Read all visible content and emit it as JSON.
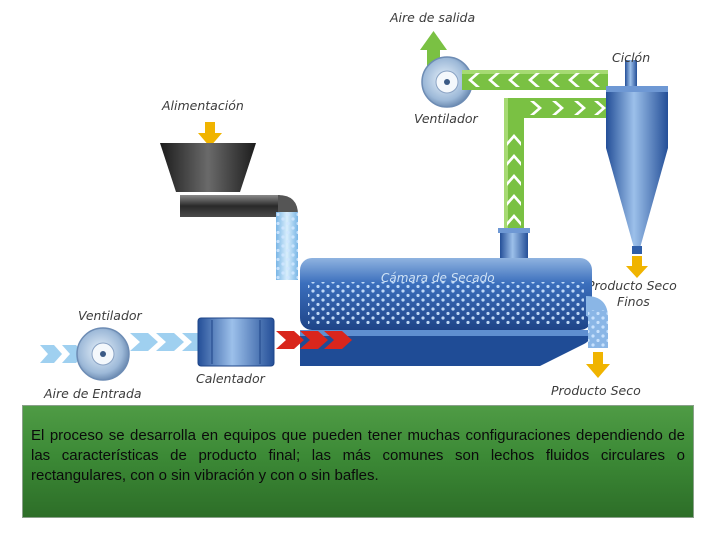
{
  "labels": {
    "exhaust_air": "Aire de salida",
    "cyclone": "Ciclón",
    "exhaust_fan": "Ventilador",
    "feed": "Alimentación",
    "drying_chamber": "Cámara de Secado",
    "fines_line1": "Producto Seco",
    "fines_line2": "Finos",
    "inlet_fan": "Ventilador",
    "inlet_air": "Aire de Entrada",
    "heater": "Calentador",
    "dry_product": "Producto Seco"
  },
  "caption": "El proceso se desarrolla en equipos que pueden tener muchas configuraciones dependiendo de las características de producto final; las más comunes son lechos fluidos circulares o rectangulares, con o sin vibración y con o sin bafles.",
  "colors": {
    "green_duct": "#7ac143",
    "blue_body": "#2f5ea8",
    "light_blue_duct": "#9fd0f0",
    "hot_air": "#d9261c",
    "feed_arrow": "#f0b400",
    "caption_bg": "#3c8a36"
  }
}
